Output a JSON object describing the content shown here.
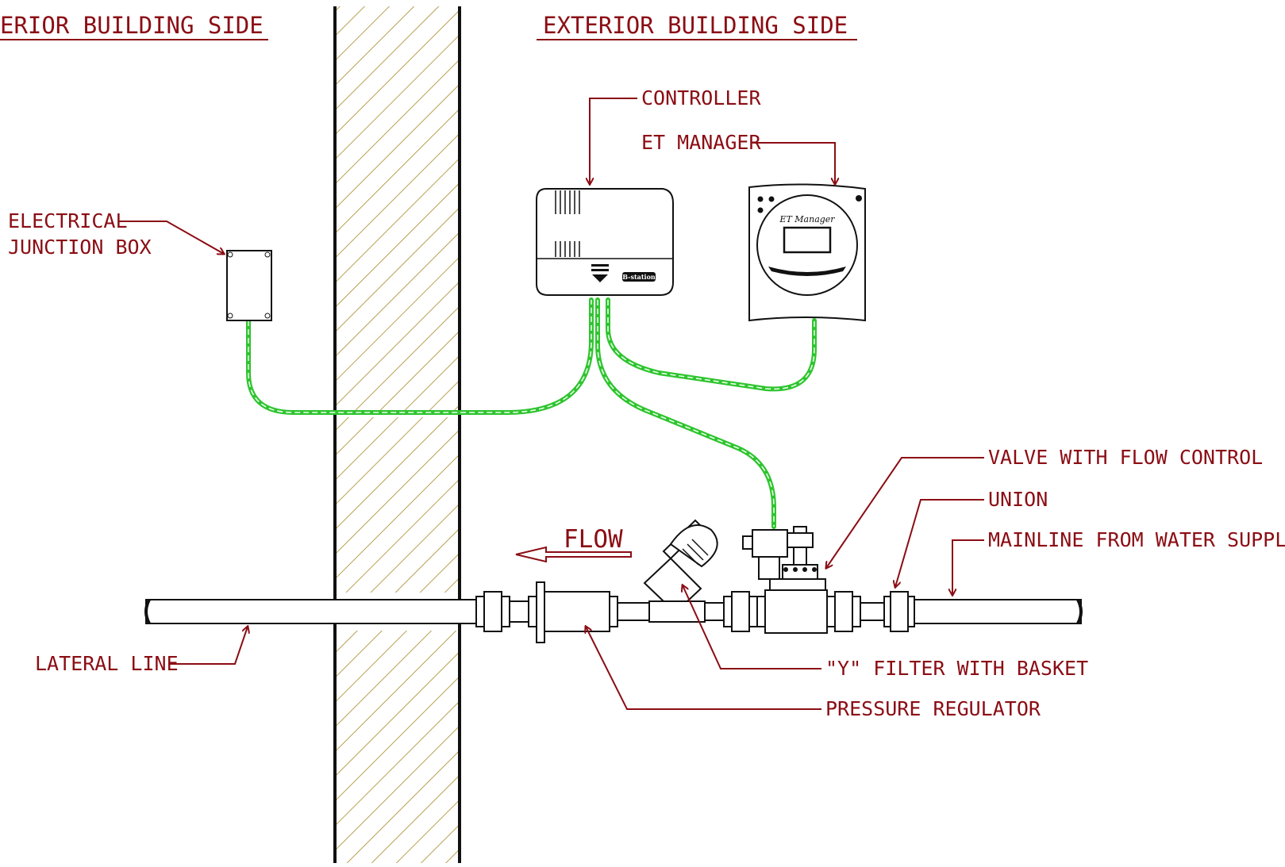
{
  "headers": {
    "interior": "ERIOR BUILDING SIDE",
    "exterior": "EXTERIOR BUILDING SIDE"
  },
  "labels": {
    "controller": "CONTROLLER",
    "et_manager": "ET MANAGER",
    "junction_box_line1": "ELECTRICAL",
    "junction_box_line2": "JUNCTION BOX",
    "valve": "VALVE WITH FLOW CONTROL",
    "union": "UNION",
    "mainline": "MAINLINE FROM WATER SUPPLY",
    "lateral": "LATERAL LINE",
    "y_filter": "\"Y\" FILTER WITH BASKET",
    "pressure_regulator": "PRESSURE REGULATOR"
  },
  "flow_label": "FLOW",
  "device_text": {
    "et_manager_face": "ET Manager",
    "controller_brand": "B-station"
  },
  "icons": {
    "flow_direction": "arrow-left-icon"
  },
  "colors": {
    "label_text": "#8b0d14",
    "wire": "#2fc42f",
    "wall_hatch": "#b8a050",
    "ink": "#111111"
  }
}
